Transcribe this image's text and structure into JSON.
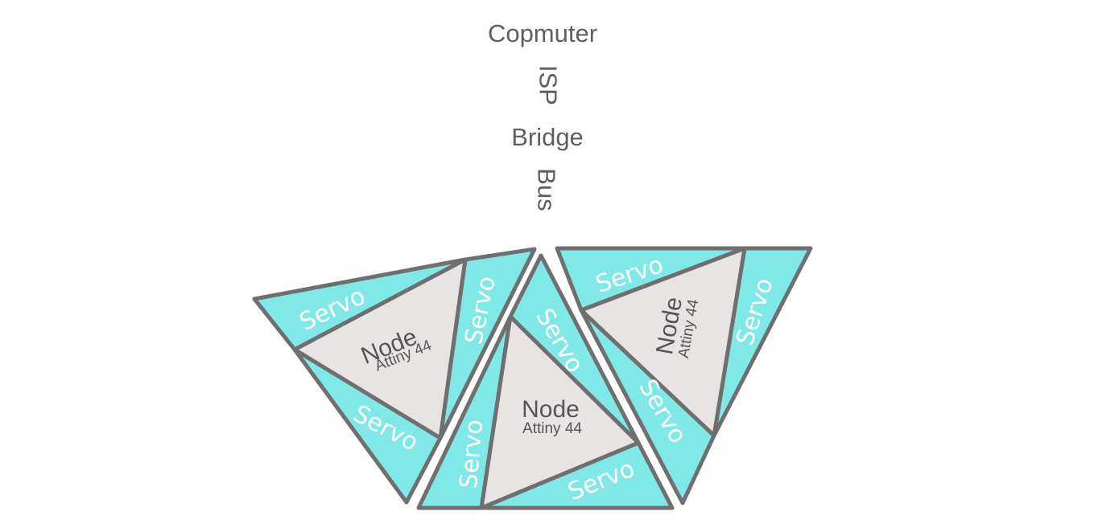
{
  "header": {
    "computer": "Copmuter",
    "isp": "ISP",
    "bridge": "Bridge",
    "bus": "Bus"
  },
  "labels": {
    "servo": "Servo",
    "node": "Node",
    "chip": "Attiny 44"
  },
  "colors": {
    "servo_fill": "#80e8e6",
    "node_fill": "#e8e4e4",
    "outline": "#6f6f6f",
    "text": "#5f5f5f",
    "servo_text": "#ffffff"
  }
}
